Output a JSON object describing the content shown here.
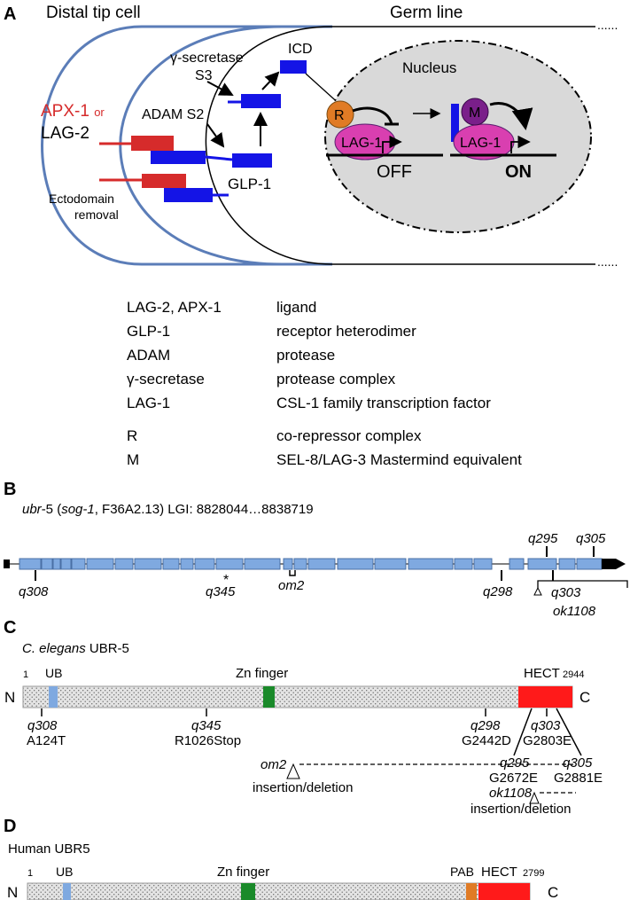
{
  "panelA": {
    "letter": "A",
    "dtc_title": "Distal tip cell",
    "germ_title": "Germ line",
    "dots": "......",
    "ligand_apx": "APX-1",
    "ligand_or": "or",
    "ligand_lag2": "LAG-2",
    "ectodomain_1": "Ectodomain",
    "ectodomain_2": "removal",
    "gamma_1": "γ-secretase",
    "gamma_2": "S3",
    "adam": "ADAM S2",
    "glp1": "GLP-1",
    "icd": "ICD",
    "nucleus": "Nucleus",
    "r": "R",
    "lag1": "LAG-1",
    "m": "M",
    "off": "OFF",
    "on": "ON",
    "colors": {
      "outline": "#5b7db8",
      "ligand": "#d62b2b",
      "receptor": "#1414e6",
      "nucleus_fill": "#d9d9d9",
      "repressor": "#e07b25",
      "lag1": "#d93fb0",
      "mastermind": "#7a1f8a",
      "nucleus_label": "#5a5ae0"
    }
  },
  "legend": [
    {
      "term": "LAG-2, APX-1",
      "desc": "ligand"
    },
    {
      "term": "GLP-1",
      "desc": "receptor heterodimer"
    },
    {
      "term": "ADAM",
      "desc": "protease"
    },
    {
      "term": "γ-secretase",
      "desc": "protease complex"
    },
    {
      "term": "LAG-1",
      "desc": "CSL-1 family transcription factor"
    },
    {
      "term": "R",
      "desc": "co-repressor complex"
    },
    {
      "term": "M",
      "desc": "SEL-8/LAG-3 Mastermind equivalent"
    }
  ],
  "panelB": {
    "letter": "B",
    "gene": "ubr",
    "gene_suffix": "-5 (",
    "alias": "sog-1",
    "rest": ", F36A2.13)  LGI: 8828044…8838719",
    "star": "*",
    "alleles": {
      "q308": "q308",
      "q345": "q345",
      "om2": "om2",
      "q298": "q298",
      "q295": "q295",
      "q305": "q305",
      "q303": "q303",
      "ok1108": "ok1108"
    },
    "colors": {
      "exon": "#7fa9e0",
      "exon_edge": "#4a6fa5",
      "tail": "#000000"
    }
  },
  "panelC": {
    "letter": "C",
    "species": "C. elegans",
    "protein": " UBR-5",
    "start": "1",
    "end": "2944",
    "n": "N",
    "c": "C",
    "ub": "UB",
    "zn": "Zn finger",
    "hect": "HECT",
    "mutations": [
      {
        "allele": "q308",
        "change": "A124T"
      },
      {
        "allele": "q345",
        "change": "R1026Stop"
      },
      {
        "allele": "q298",
        "change": "G2442D"
      },
      {
        "allele": "q303",
        "change": "G2803E"
      },
      {
        "allele": "q295",
        "change": "G2672E"
      },
      {
        "allele": "q305",
        "change": "G2881E"
      }
    ],
    "om2": "om2",
    "ok1108": "ok1108",
    "indel": "insertion/deletion",
    "colors": {
      "ub": "#7fa9e0",
      "zn": "#1a8a2a",
      "hect": "#ff1a1a"
    }
  },
  "panelD": {
    "letter": "D",
    "title": "Human UBR5",
    "start": "1",
    "end": "2799",
    "n": "N",
    "c": "C",
    "ub": "UB",
    "zn": "Zn finger",
    "pab": "PAB",
    "hect": "HECT",
    "colors": {
      "pab": "#e07b25"
    }
  }
}
